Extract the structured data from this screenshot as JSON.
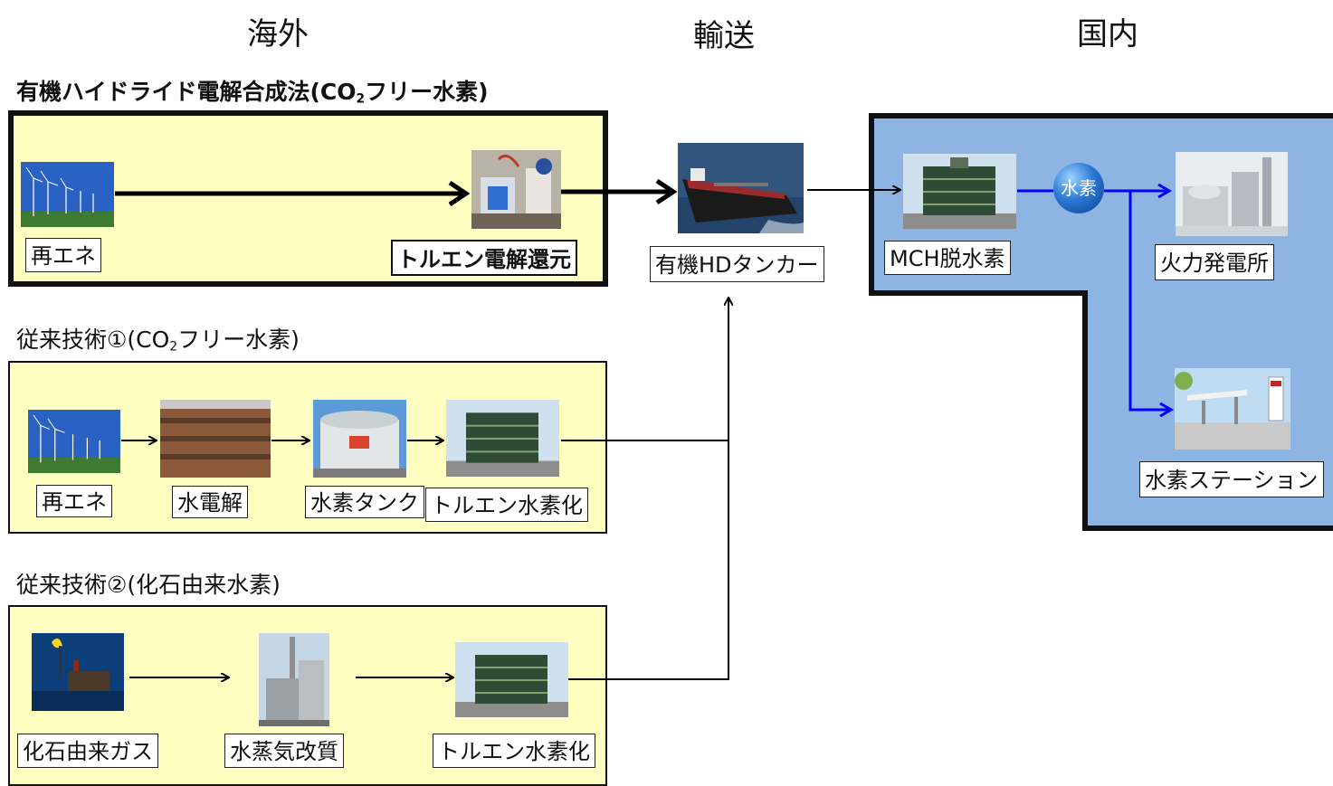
{
  "headers": {
    "overseas": "海外",
    "transport": "輸送",
    "domestic": "国内"
  },
  "section1": {
    "title_pre": "有機ハイドライド電解合成法(CO",
    "title_sub": "2",
    "title_post": "フリー水素)",
    "renewable": "再エネ",
    "toluene_electro": "トルエン電解還元"
  },
  "section2": {
    "title_pre": "従来技術①(CO",
    "title_sub": "2",
    "title_post": "フリー水素)",
    "renewable": "再エネ",
    "electrolysis": "水電解",
    "h2_tank": "水素タンク",
    "toluene_h": "トルエン水素化"
  },
  "section3": {
    "title": "従来技術②(化石由来水素)",
    "fossil_gas": "化石由来ガス",
    "steam_reform": "水蒸気改質",
    "toluene_h": "トルエン水素化"
  },
  "transport": {
    "tanker": "有機HDタンカー"
  },
  "domestic": {
    "mch": "MCH脱水素",
    "hydrogen": "水素",
    "power_plant": "火力発電所",
    "h2_station": "水素ステーション"
  },
  "colors": {
    "yellow": "#ffffc2",
    "blue_region": "#8eb4e3",
    "blue_arrow": "#0000ff"
  }
}
